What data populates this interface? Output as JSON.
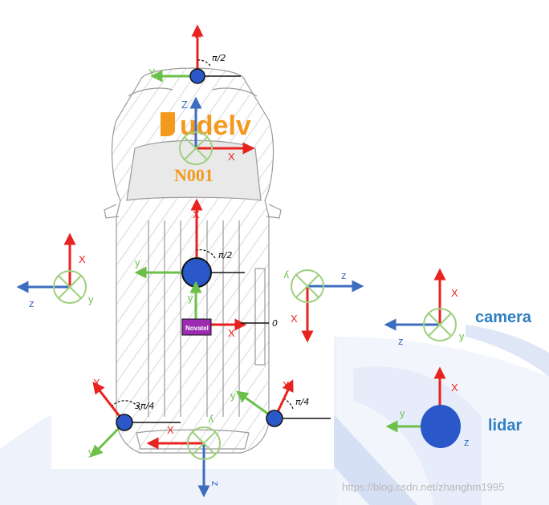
{
  "brand": {
    "name": "udelv",
    "vehicle_id": "N001",
    "color": "#f39a1e"
  },
  "device": {
    "label": "Novatel",
    "color": "#9b2bb0"
  },
  "colors": {
    "x_axis": "#e8231f",
    "y_axis": "#6cc04a",
    "z_axis": "#3e6dbf",
    "lidar_body": "#2b58c9",
    "legend_text": "#2f7fc1"
  },
  "axis_labels": {
    "x": "X",
    "y": "y",
    "z": "z",
    "y_upper": "Y",
    "z_upper": "Z"
  },
  "angles": {
    "half_pi": "π/2",
    "quarter_pi": "π/4",
    "three_quarter_pi": "3π/4",
    "zero": "0"
  },
  "legend": {
    "camera": "camera",
    "lidar": "lidar"
  },
  "watermark": "https://blog.csdn.net/zhanghm1995"
}
